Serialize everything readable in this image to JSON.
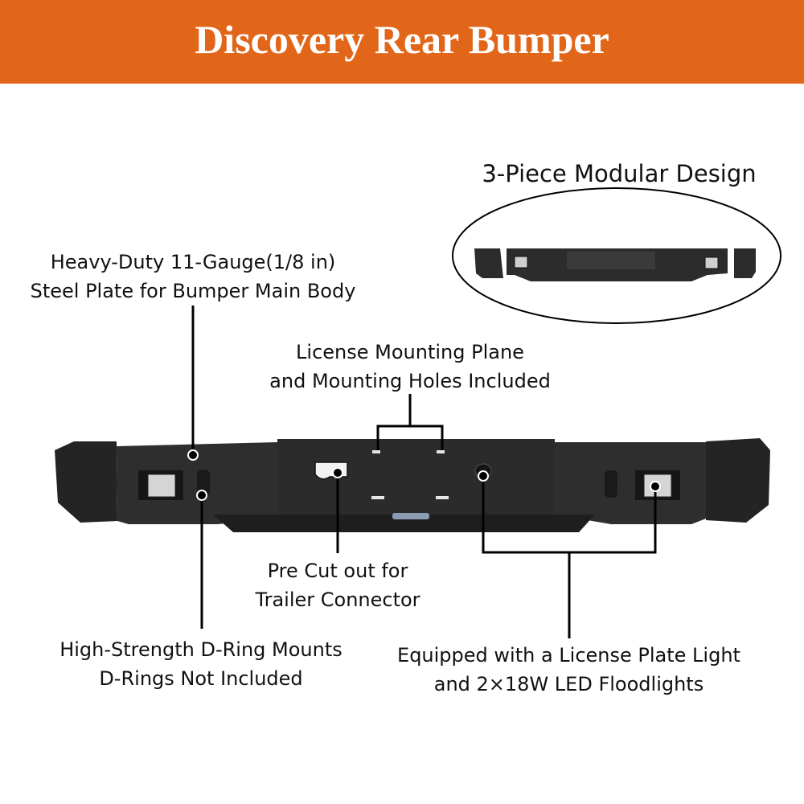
{
  "header": {
    "title": "Discovery Rear Bumper"
  },
  "inset": {
    "title": "3-Piece Modular Design"
  },
  "callouts": {
    "steel": {
      "line1": "Heavy-Duty 11-Gauge(1/8 in)",
      "line2": "Steel Plate for Bumper Main Body"
    },
    "license": {
      "line1": "License Mounting Plane",
      "line2": "and Mounting Holes Included"
    },
    "trailer": {
      "line1": "Pre Cut out for",
      "line2": "Trailer Connector"
    },
    "dring": {
      "line1": "High-Strength D-Ring Mounts",
      "line2": "D-Rings Not Included"
    },
    "lights": {
      "line1": "Equipped with a License Plate Light",
      "line2": "and 2×18W LED Floodlights"
    }
  },
  "colors": {
    "banner": "#e2661a",
    "bumper": "#2a2a2a"
  }
}
